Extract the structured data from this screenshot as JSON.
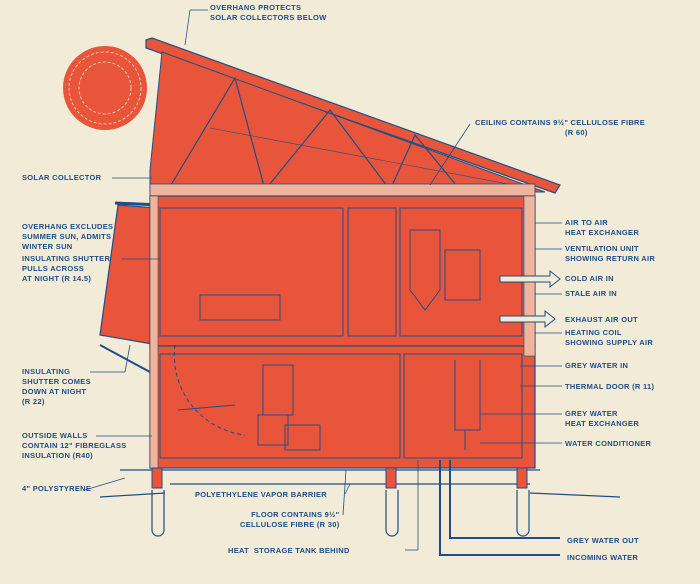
{
  "colors": {
    "background": "#f2ebd8",
    "house": "#e8553a",
    "ink": "#1f4e86"
  },
  "labels": {
    "overhang_protects": [
      "OVERHANG PROTECTS",
      "SOLAR COLLECTORS BELOW"
    ],
    "ceiling": [
      "CEILING CONTAINS 9½\" CELLULOSE FIBRE",
      "(R 60)"
    ],
    "solar_collector": "SOLAR COLLECTOR",
    "overhang_excludes": [
      "OVERHANG EXCLUDES",
      "SUMMER SUN, ADMITS",
      "WINTER SUN"
    ],
    "shutter_pulls": [
      "INSULATING SHUTTER",
      "PULLS ACROSS",
      "AT NIGHT (R 14.5)"
    ],
    "shutter_comes": [
      "INSULATING",
      "SHUTTER COMES",
      "DOWN AT NIGHT",
      "(R 22)"
    ],
    "outside_walls": [
      "OUTSIDE WALLS",
      "CONTAIN 12\" FIBREGLASS",
      "INSULATION (R40)"
    ],
    "polystyrene": "4\" POLYSTYRENE",
    "air_to_air": [
      "AIR TO AIR",
      "HEAT EXCHANGER"
    ],
    "ventilation": [
      "VENTILATION UNIT",
      "SHOWING RETURN AIR"
    ],
    "cold_air_in": "COLD AIR IN",
    "stale_air_in": "STALE AIR IN",
    "exhaust_air_out": "EXHAUST AIR OUT",
    "heating_coil": [
      "HEATING COIL",
      "SHOWING SUPPLY AIR"
    ],
    "grey_water_in": "GREY WATER IN",
    "thermal_door": "THERMAL DOOR (R 11)",
    "grey_water_hx": [
      "GREY WATER",
      "HEAT EXCHANGER"
    ],
    "water_conditioner": "WATER CONDITIONER",
    "vapor_barrier": "POLYETHYLENE VAPOR BARRIER",
    "floor": [
      "FLOOR CONTAINS 9½\"",
      "CELLULOSE FIBRE (R 30)"
    ],
    "heat_storage": "HEAT  STORAGE TANK BEHIND",
    "grey_water_out": "GREY WATER OUT",
    "incoming_water": "INCOMING WATER"
  }
}
